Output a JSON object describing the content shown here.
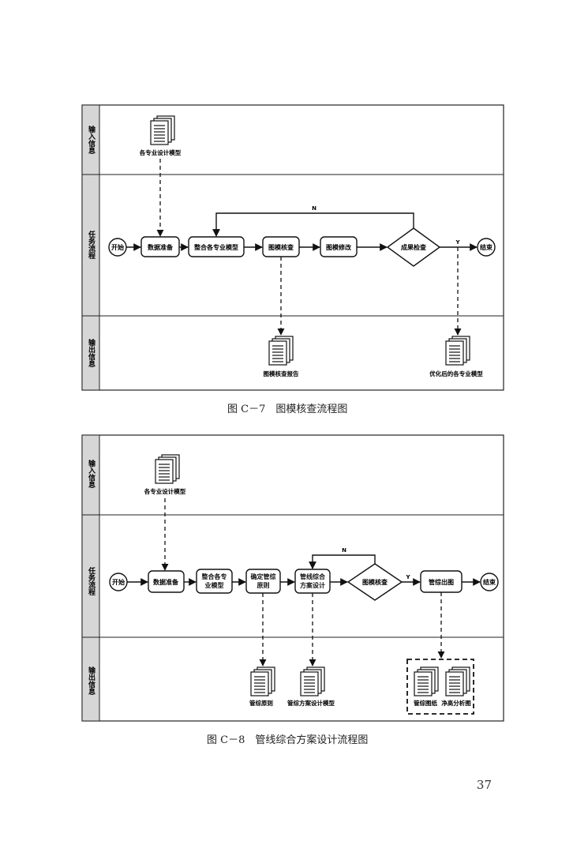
{
  "diagram1": {
    "lanes": [
      "输入信息",
      "任务流程",
      "输出信息"
    ],
    "input_doc": "各专业设计模型",
    "start": "开始",
    "steps": [
      "数据准备",
      "整合各专业模型",
      "图模核查",
      "图模修改"
    ],
    "decision": "成果检查",
    "end": "结束",
    "label_no": "N",
    "label_yes": "Y",
    "output_docs": [
      "图模核查报告",
      "优化后的各专业模型"
    ],
    "caption": "图 C－7　图模核查流程图"
  },
  "diagram2": {
    "lanes": [
      "输入信息",
      "任务流程",
      "输出信息"
    ],
    "input_doc": "各专业设计模型",
    "start": "开始",
    "steps": [
      "数据准备",
      "整合各专业模型",
      "确定管综原则",
      "管线综合方案设计"
    ],
    "decision": "图模核查",
    "step_after": "管综出图",
    "end": "结束",
    "label_no": "N",
    "label_yes": "Y",
    "output_docs": [
      "管综原则",
      "管综方案设计模型",
      "管综图纸",
      "净高分析图"
    ],
    "caption": "图 C－8　管线综合方案设计流程图"
  },
  "page_number": "37"
}
